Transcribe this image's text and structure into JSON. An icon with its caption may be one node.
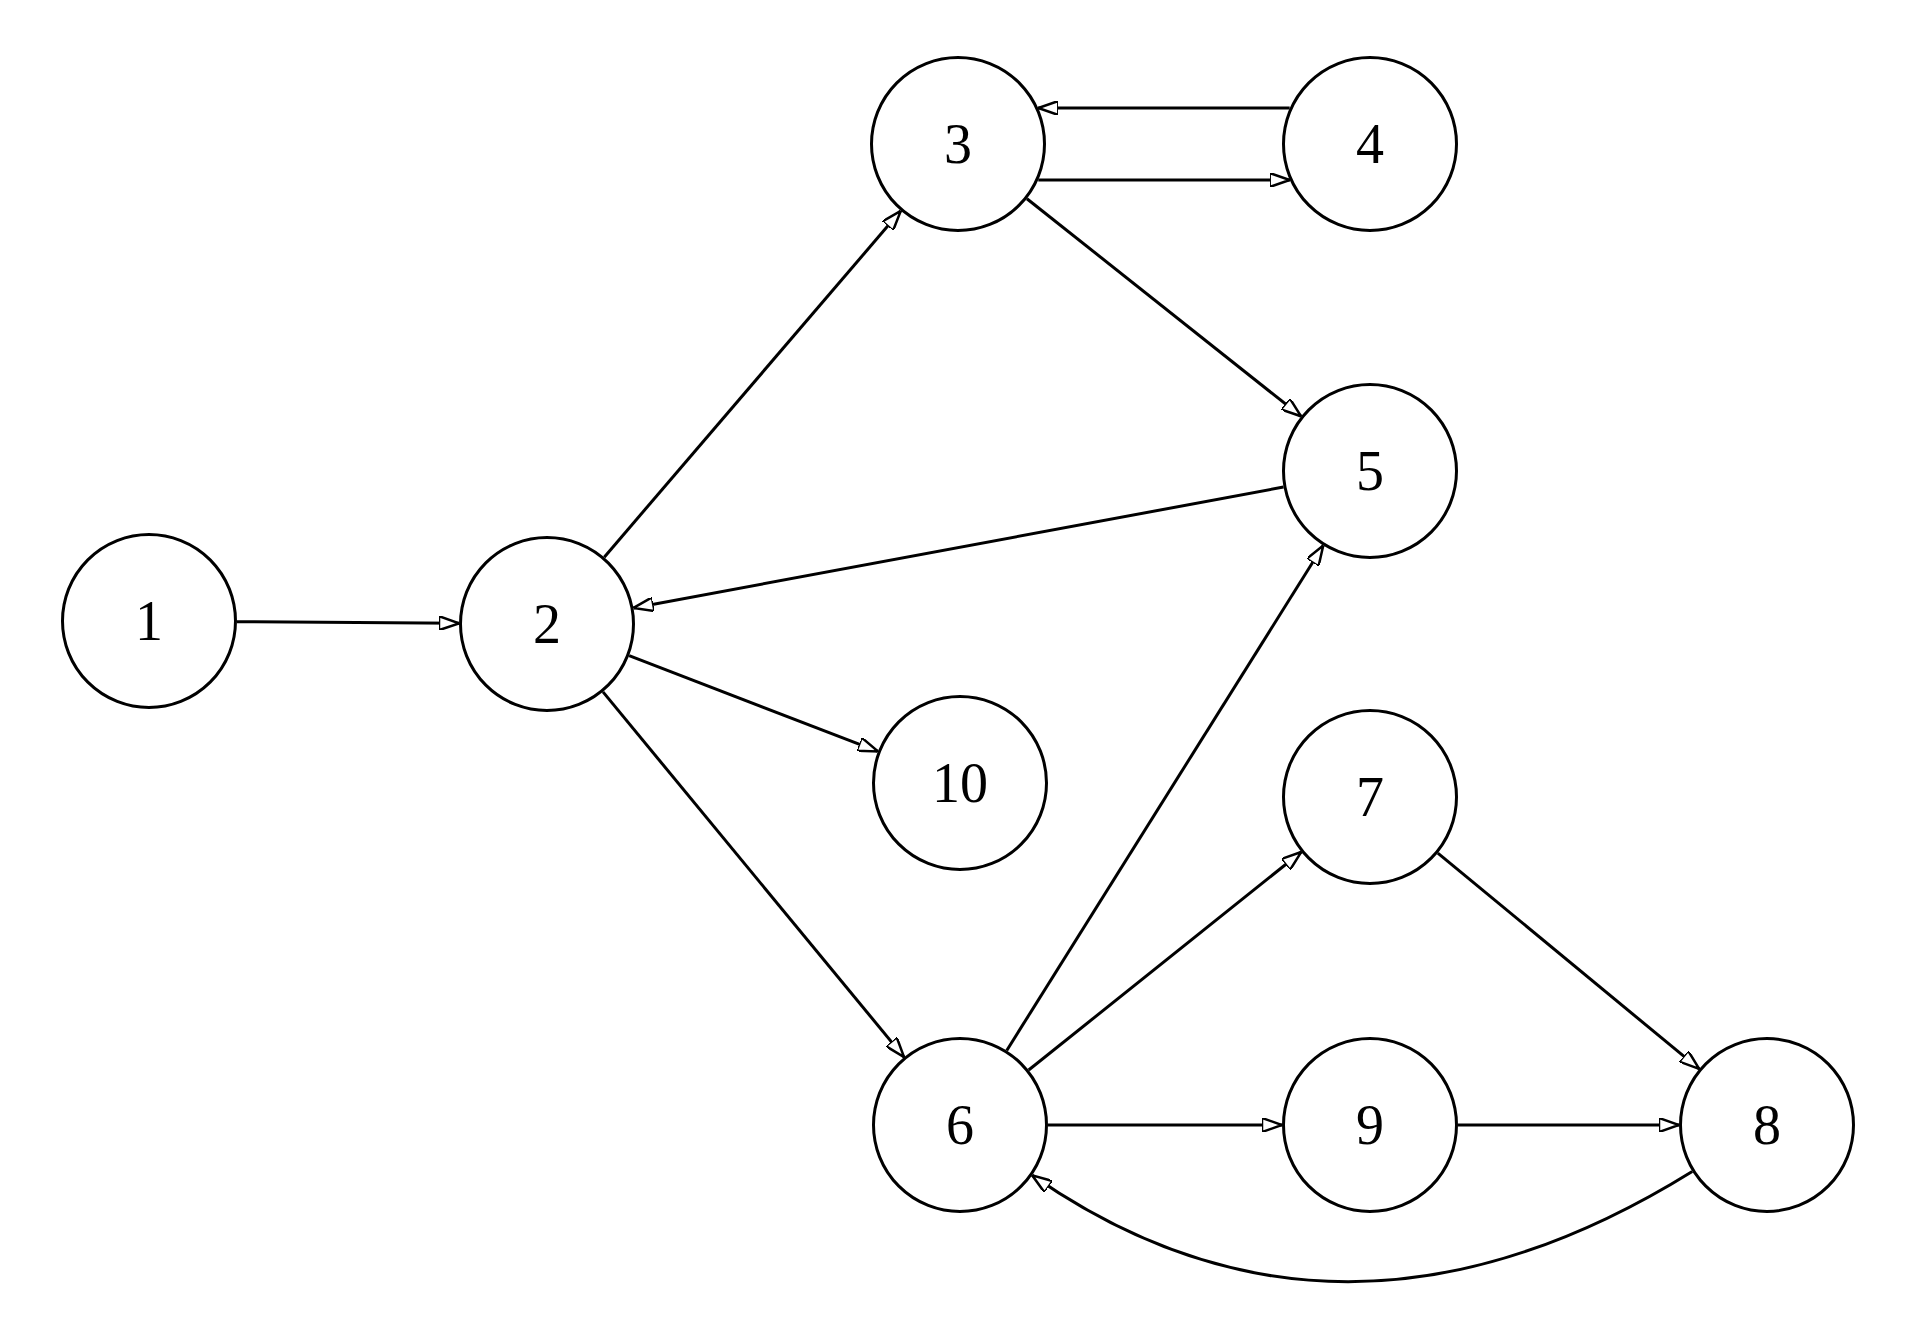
{
  "diagram": {
    "nodes": [
      {
        "text": [
          "1"
        ]
      },
      {
        "text": [
          "2"
        ]
      },
      {
        "text": [
          "3"
        ]
      },
      {
        "text": [
          "4"
        ]
      },
      {
        "text": [
          "5"
        ]
      },
      {
        "text": [
          "10"
        ]
      },
      {
        "text": [
          "7"
        ]
      },
      {
        "text": [
          "6"
        ]
      },
      {
        "text": [
          "9"
        ]
      },
      {
        "text": [
          "8"
        ]
      }
    ],
    "edges": [
      {
        "from": 0,
        "to": 1,
        "arrow": "to"
      },
      {
        "from": 1,
        "to": 2,
        "arrow": "to"
      },
      {
        "from": 2,
        "to": 3,
        "arrow": "to"
      },
      {
        "from": 3,
        "to": 2,
        "arrow": "to"
      },
      {
        "from": 2,
        "to": 4,
        "arrow": "to"
      },
      {
        "from": 4,
        "to": 1,
        "arrow": "to"
      },
      {
        "from": 1,
        "to": 5,
        "arrow": "to"
      },
      {
        "from": 1,
        "to": 7,
        "arrow": "to"
      },
      {
        "from": 7,
        "to": 4,
        "arrow": "to"
      },
      {
        "from": 7,
        "to": 6,
        "arrow": "to"
      },
      {
        "from": 7,
        "to": 8,
        "arrow": "to"
      },
      {
        "from": 6,
        "to": 9,
        "arrow": "to"
      },
      {
        "from": 8,
        "to": 9,
        "arrow": "to"
      },
      {
        "from": 9,
        "to": 7,
        "arrow": "to"
      }
    ]
  }
}
